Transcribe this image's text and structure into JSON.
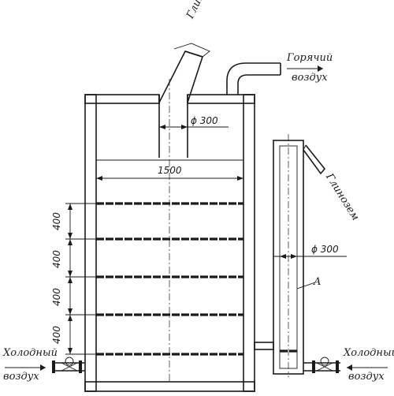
{
  "labels": {
    "alumina_in": "Глинозем",
    "alumina_out": "Глинозем",
    "hot_air_1": "Горячий",
    "hot_air_2": "воздух",
    "cold_air_left_1": "Холодный",
    "cold_air_left_2": "воздух",
    "cold_air_right_1": "Холодный",
    "cold_air_right_2": "воздух",
    "pipe_diam_top": "ϕ 300",
    "pipe_diam_right": "ϕ 300",
    "width_dim": "1500",
    "spacing_dims": [
      "400",
      "400",
      "400",
      "400"
    ],
    "part_a": "A"
  }
}
